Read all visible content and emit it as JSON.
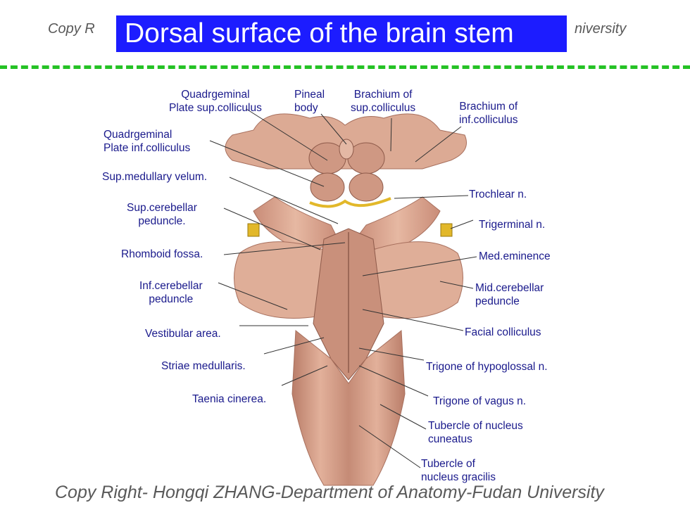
{
  "slide": {
    "title": "Dorsal surface of the brain stem",
    "copyright_top": "Copy R",
    "copyright_top_right": "niversity",
    "copyright_bottom": "Copy Right- Hongqi ZHANG-Department of Anatomy-Fudan University"
  },
  "labels": {
    "quad_sup_1": "Quadrgeminal",
    "quad_sup_2": "Plate sup.colliculus",
    "pineal_1": "Pineal",
    "pineal_2": "body",
    "brach_sup_1": "Brachium of",
    "brach_sup_2": "sup.colliculus",
    "brach_inf_1": "Brachium of",
    "brach_inf_2": "inf.colliculus",
    "quad_inf_1": "Quadrgeminal",
    "quad_inf_2": "Plate inf.colliculus",
    "sup_med_velum": "Sup.medullary velum.",
    "sup_cereb_1": "Sup.cerebellar",
    "sup_cereb_2": "peduncle.",
    "rhomboid": "Rhomboid fossa.",
    "inf_cereb_1": "Inf.cerebellar",
    "inf_cereb_2": "peduncle",
    "vestibular": "Vestibular area.",
    "striae": "Striae medullaris.",
    "taenia": "Taenia cinerea.",
    "trochlear": "Trochlear n.",
    "trigerminal": "Trigerminal n.",
    "med_eminence": "Med.eminence",
    "mid_cereb_1": "Mid.cerebellar",
    "mid_cereb_2": "peduncle",
    "facial": "Facial colliculus",
    "hypoglossal": "Trigone of hypoglossal n.",
    "vagus": "Trigone of vagus n.",
    "cuneatus_1": "Tubercle of nucleus",
    "cuneatus_2": "cuneatus",
    "gracilis_1": "Tubercle of",
    "gracilis_2": "nucleus gracilis"
  },
  "colors": {
    "title_bg": "#1c1cff",
    "divider": "#25c225",
    "tissue": "#d9a48e",
    "tissue_dark": "#a8705e",
    "nerve": "#e2b82a"
  }
}
